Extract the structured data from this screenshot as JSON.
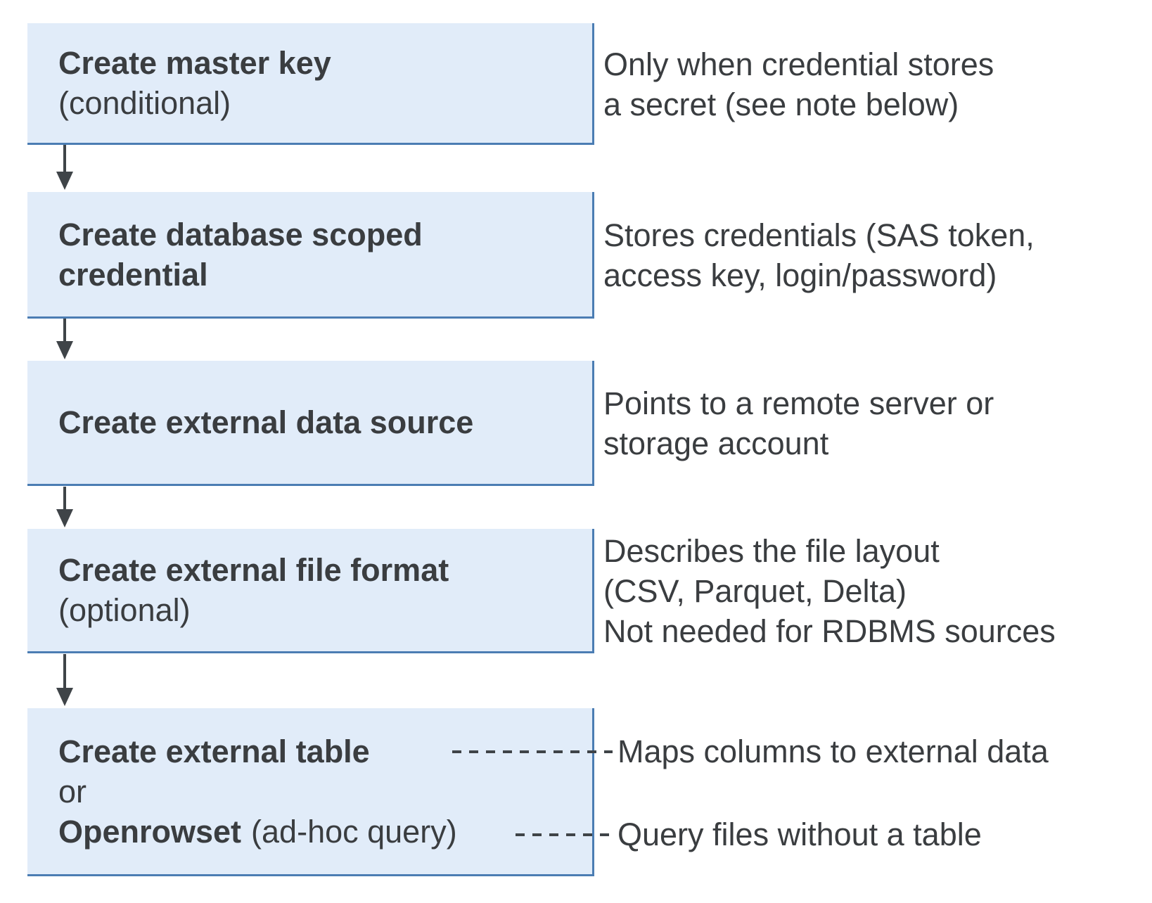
{
  "colors": {
    "box_fill": "#e1ecf9",
    "box_border": "#4b7db3",
    "arrow_color": "#3f4448",
    "text_color": "#3a3d40"
  },
  "steps": [
    {
      "box": {
        "title": "Create master key",
        "qualifier": "(conditional)"
      },
      "note": {
        "line1": "Only when credential stores",
        "line2": "a secret (see note below)"
      }
    },
    {
      "box": {
        "title": "Create database scoped",
        "title2": "credential"
      },
      "note": {
        "line1": "Stores credentials (SAS token,",
        "line2": "access key, login/password)"
      }
    },
    {
      "box": {
        "title": "Create external data source"
      },
      "note": {
        "line1": "Points to a remote server or",
        "line2": "storage account"
      }
    },
    {
      "box": {
        "title": "Create external file format",
        "qualifier": "(optional)"
      },
      "note": {
        "line1": "Describes the file layout",
        "line2": "(CSV, Parquet, Delta)",
        "line3": "Not needed for RDBMS sources"
      }
    },
    {
      "box": {
        "title": "Create external table",
        "conjunction": "or",
        "alt_title": "Openrowset",
        "alt_qualifier": "(ad-hoc query)"
      },
      "note": {
        "table_note": "Maps columns to external data",
        "openrowset_note": "Query files without a table"
      }
    }
  ]
}
